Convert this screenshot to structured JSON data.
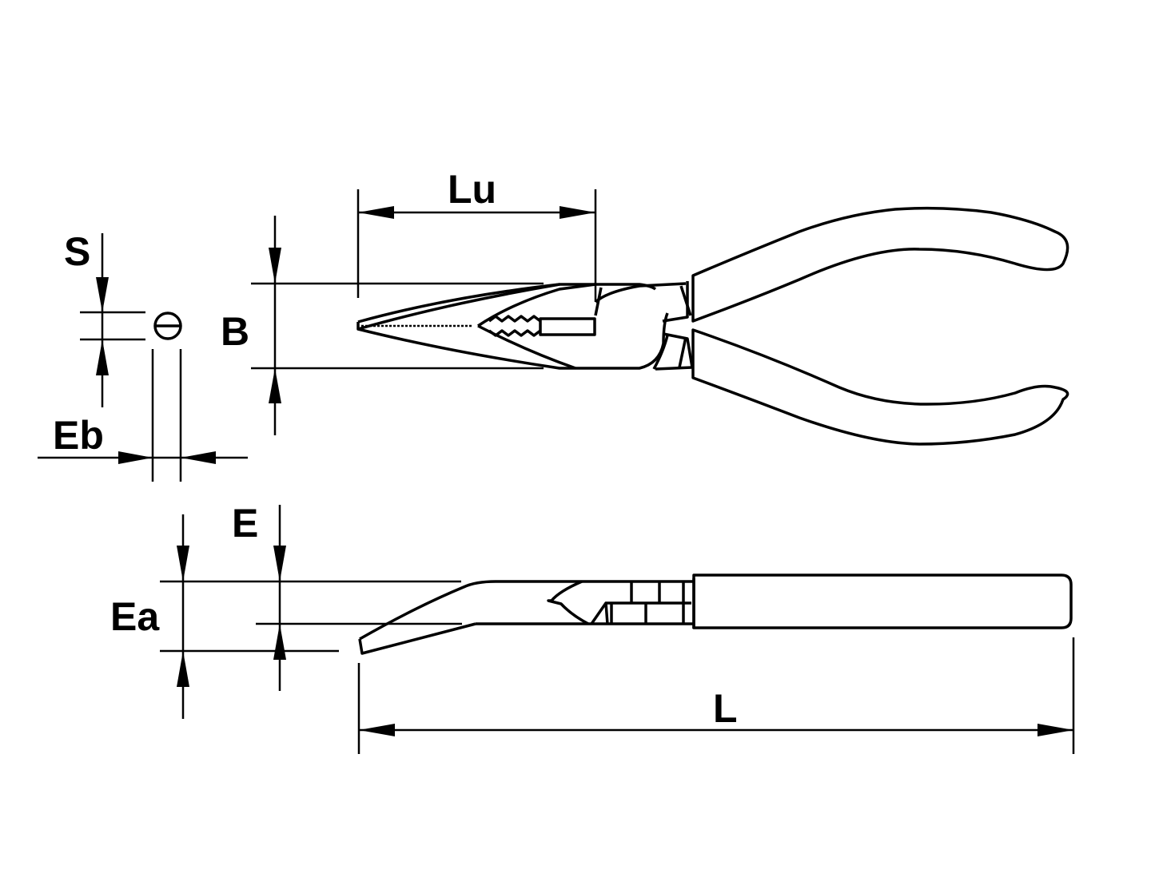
{
  "drawing": {
    "subject": "Long nose pliers - dimension drawing",
    "views": [
      "top-view",
      "side-view",
      "cross-section"
    ],
    "colors": {
      "line": "#000000",
      "background": "#ffffff"
    }
  },
  "labels": {
    "S": "S",
    "Eb": "Eb",
    "B": "B",
    "Lu": "Lu",
    "E": "E",
    "Ea": "Ea",
    "L": "L"
  },
  "legend_symbol": "cross-section-circle-icon"
}
